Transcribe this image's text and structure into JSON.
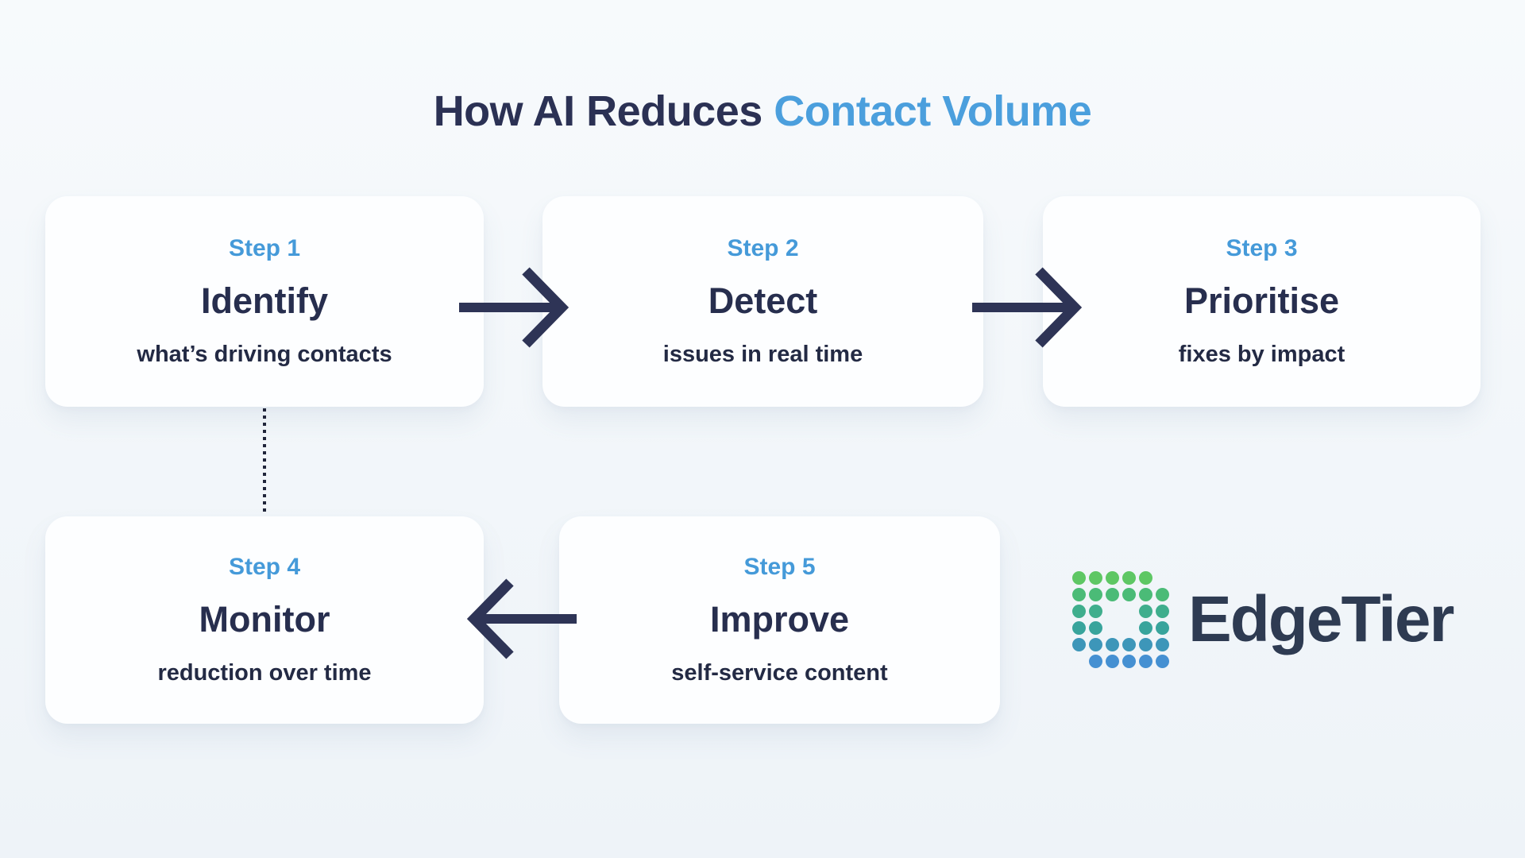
{
  "title": {
    "prefix": "How AI Reduces ",
    "highlight": "Contact Volume"
  },
  "steps": [
    {
      "step_label": "Step 1",
      "title": "Identify",
      "subtitle": "what’s driving contacts"
    },
    {
      "step_label": "Step 2",
      "title": "Detect",
      "subtitle": "issues in real time"
    },
    {
      "step_label": "Step 3",
      "title": "Prioritise",
      "subtitle": "fixes by impact"
    },
    {
      "step_label": "Step 4",
      "title": "Monitor",
      "subtitle": "reduction over time"
    },
    {
      "step_label": "Step 5",
      "title": "Improve",
      "subtitle": "self-service content"
    }
  ],
  "logo": {
    "text": "EdgeTier",
    "icon": {
      "name": "edgetier-dot-grid-icon",
      "pattern": [
        "11111.",
        "111111",
        "11..11",
        "11..11",
        "111111",
        ".11111"
      ],
      "row_colors": [
        "#5ec764",
        "#4bbb77",
        "#3fae8d",
        "#38a49c",
        "#3d96b9",
        "#4590d2"
      ]
    }
  },
  "colors": {
    "background_top": "#f7fafc",
    "background_bottom": "#eef3f8",
    "card": "#fdfeff",
    "title_navy": "#2b3154",
    "title_blue": "#4b9fdd",
    "step_label_blue": "#459ad9",
    "step_title_navy": "#272e4e",
    "step_subtitle_navy": "#232a44",
    "arrow_navy": "#2e3456",
    "connector_dark": "#20253a",
    "logo_text_navy": "#2e3b52"
  }
}
